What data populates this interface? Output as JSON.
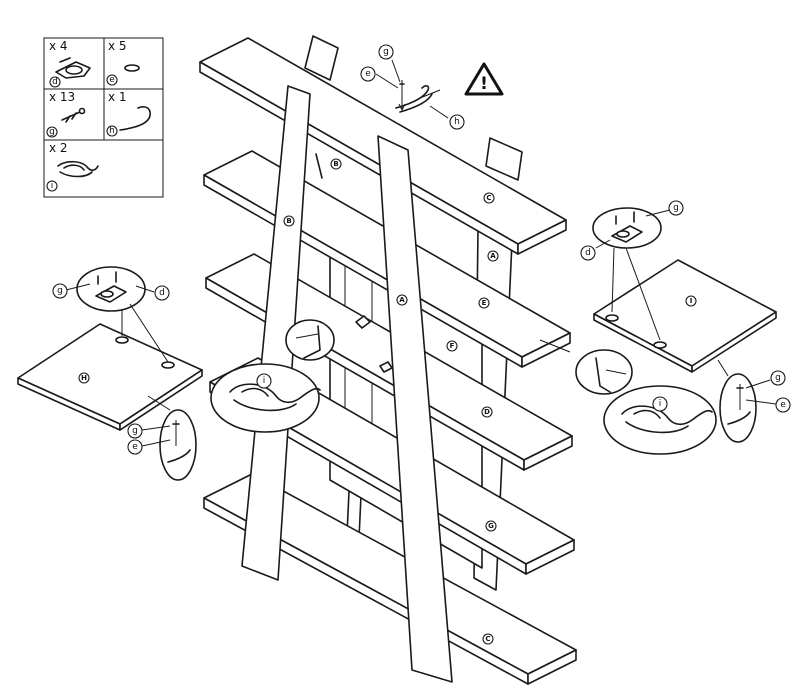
{
  "parts_table": [
    {
      "qty": "x 4",
      "key": "d"
    },
    {
      "qty": "x 5",
      "key": "e"
    },
    {
      "qty": "x 13",
      "key": "g"
    },
    {
      "qty": "x 1",
      "key": "h"
    },
    {
      "qty": "x 2",
      "key": "i"
    }
  ],
  "warning_symbol": "!",
  "panel_labels": {
    "shelf_top": "C",
    "shelf_2": "A",
    "shelf_3": "E",
    "shelf_4": "D",
    "shelf_5": "G",
    "shelf_bottom": "C",
    "back_panel": "F",
    "left_side_back": "B",
    "front_left_leg": "B",
    "front_right_leg": "A",
    "board_left": "H",
    "board_right": "I"
  },
  "callouts": {
    "top_g": "g",
    "top_e": "e",
    "top_h": "h",
    "left_g": "g",
    "left_d": "d",
    "left_low_g": "g",
    "left_low_e": "e",
    "left_i": "i",
    "right_g": "g",
    "right_d": "d",
    "right_low_g": "g",
    "right_low_e": "e",
    "right_i": "i"
  },
  "colors": {
    "line": "#1a1a1a",
    "paper": "#ffffff"
  }
}
